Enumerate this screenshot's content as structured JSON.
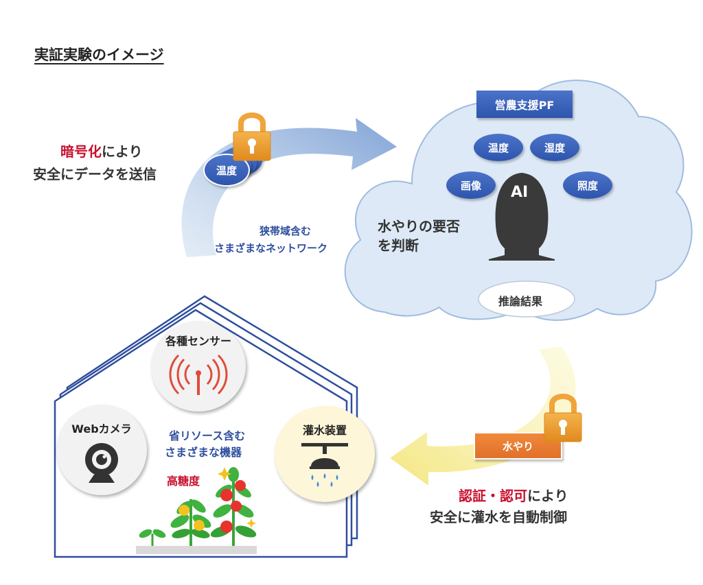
{
  "title": "実証実験のイメージ",
  "encrypt": {
    "strong": "暗号化",
    "rest": "により",
    "line2": "安全にデータを送信"
  },
  "network": {
    "line1": "狭帯域含む",
    "line2": "さまざまなネットワーク"
  },
  "temperature_badge": "温度",
  "cloud": {
    "platform": "営農支援PF",
    "bubbles": {
      "temperature": "温度",
      "humidity": "湿度",
      "image": "画像",
      "illuminance": "照度"
    },
    "ai": "AI",
    "decision_line1": "水やりの要否",
    "decision_line2": "を判断",
    "result": "推論結果"
  },
  "house": {
    "sensors": "各種センサー",
    "camera": "Webカメラ",
    "resource_line1": "省リソース含む",
    "resource_line2": "さまざまな機器",
    "sugar": "高糖度",
    "irrigation": "灌水装置"
  },
  "water_tag": "水やり",
  "auth": {
    "strong": "認証・認可",
    "rest": "により",
    "line2": "安全に灌水を自動制御"
  },
  "colors": {
    "blue": "#2e55ad",
    "red": "#c8102e",
    "orange": "#e8772e",
    "lock": "#f0a43a",
    "cloud": "#dde9f6",
    "arrow_blue": "#b9d0ea",
    "arrow_yellow": "#f7ef9b"
  },
  "icons": [
    "lock-icon",
    "wifi-signal-icon",
    "webcam-icon",
    "sprinkler-icon",
    "tomato-plant-icon",
    "ai-head-icon"
  ]
}
